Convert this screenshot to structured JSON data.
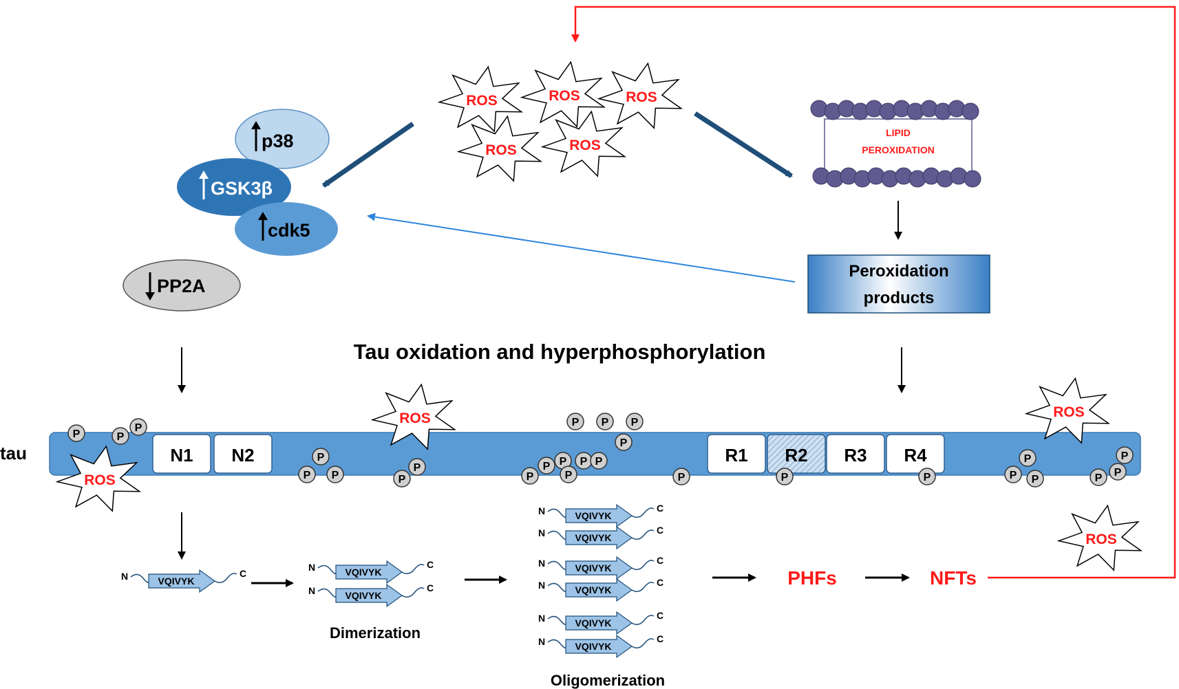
{
  "ros": "ROS",
  "kinases": {
    "p38": "p38",
    "gsk3b": "GSK3β",
    "cdk5": "cdk5",
    "pp2a": "PP2A"
  },
  "lipid": {
    "line1": "LIPID",
    "line2": "PEROXIDATION"
  },
  "products": {
    "line1": "Peroxidation",
    "line2": "products"
  },
  "heading": "Tau oxidation and hyperphosphorylation",
  "tau": {
    "label": "tau",
    "domains": [
      "N1",
      "N2",
      "R1",
      "R2",
      "R3",
      "R4"
    ],
    "phospho": "P"
  },
  "aggregation": {
    "motif": "VQIVYK",
    "n_term": "N",
    "c_term": "C",
    "dimerization": "Dimerization",
    "oligomerization": "Oligomerization",
    "phfs": "PHFs",
    "nfts": "NFTs"
  },
  "colors": {
    "red": "#ff1a1a",
    "dark_arrow": "#1f4e79",
    "light_arrow": "#2e86de",
    "tau_band": "#5b9bd5",
    "gsk": "#2e75b6",
    "cdk": "#5b9bd5",
    "p38": "#bdd7ee",
    "pp2a": "#d0d0d0",
    "lipid_bead": "#5f5a8f"
  }
}
